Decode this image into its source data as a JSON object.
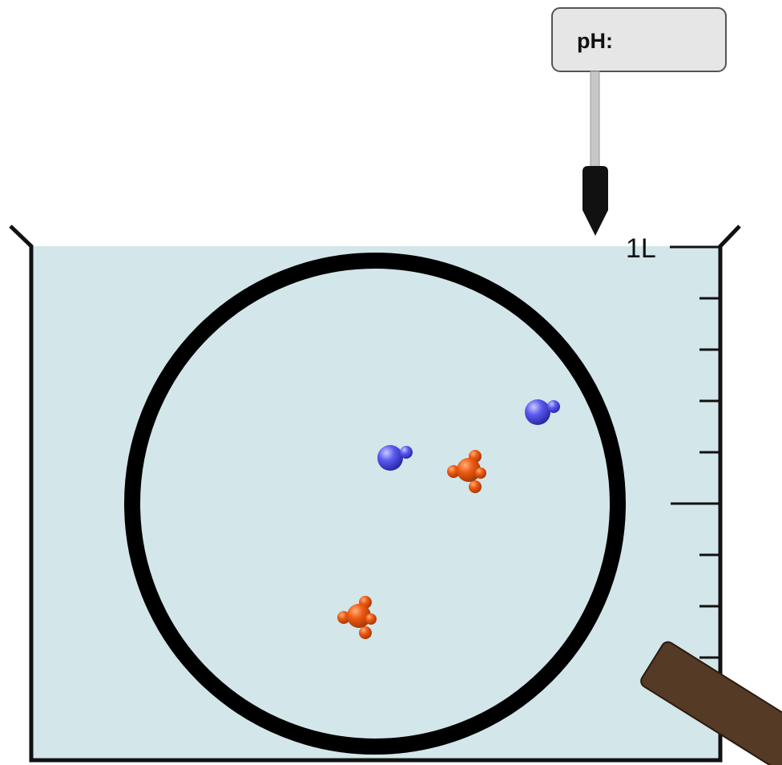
{
  "ph_meter": {
    "label": "pH:",
    "value": ""
  },
  "beaker": {
    "volume_label": "1L",
    "tick_count": 10,
    "solution_color": "#d3e6ea",
    "outline_color": "#111111"
  },
  "magnifier": {
    "ring_color": "#000000",
    "handle_color": "#553a25"
  },
  "molecules": {
    "blue_color": "#4f4fe6",
    "orange_color": "#ee5a12",
    "blue_count": 2,
    "orange_count": 2
  }
}
